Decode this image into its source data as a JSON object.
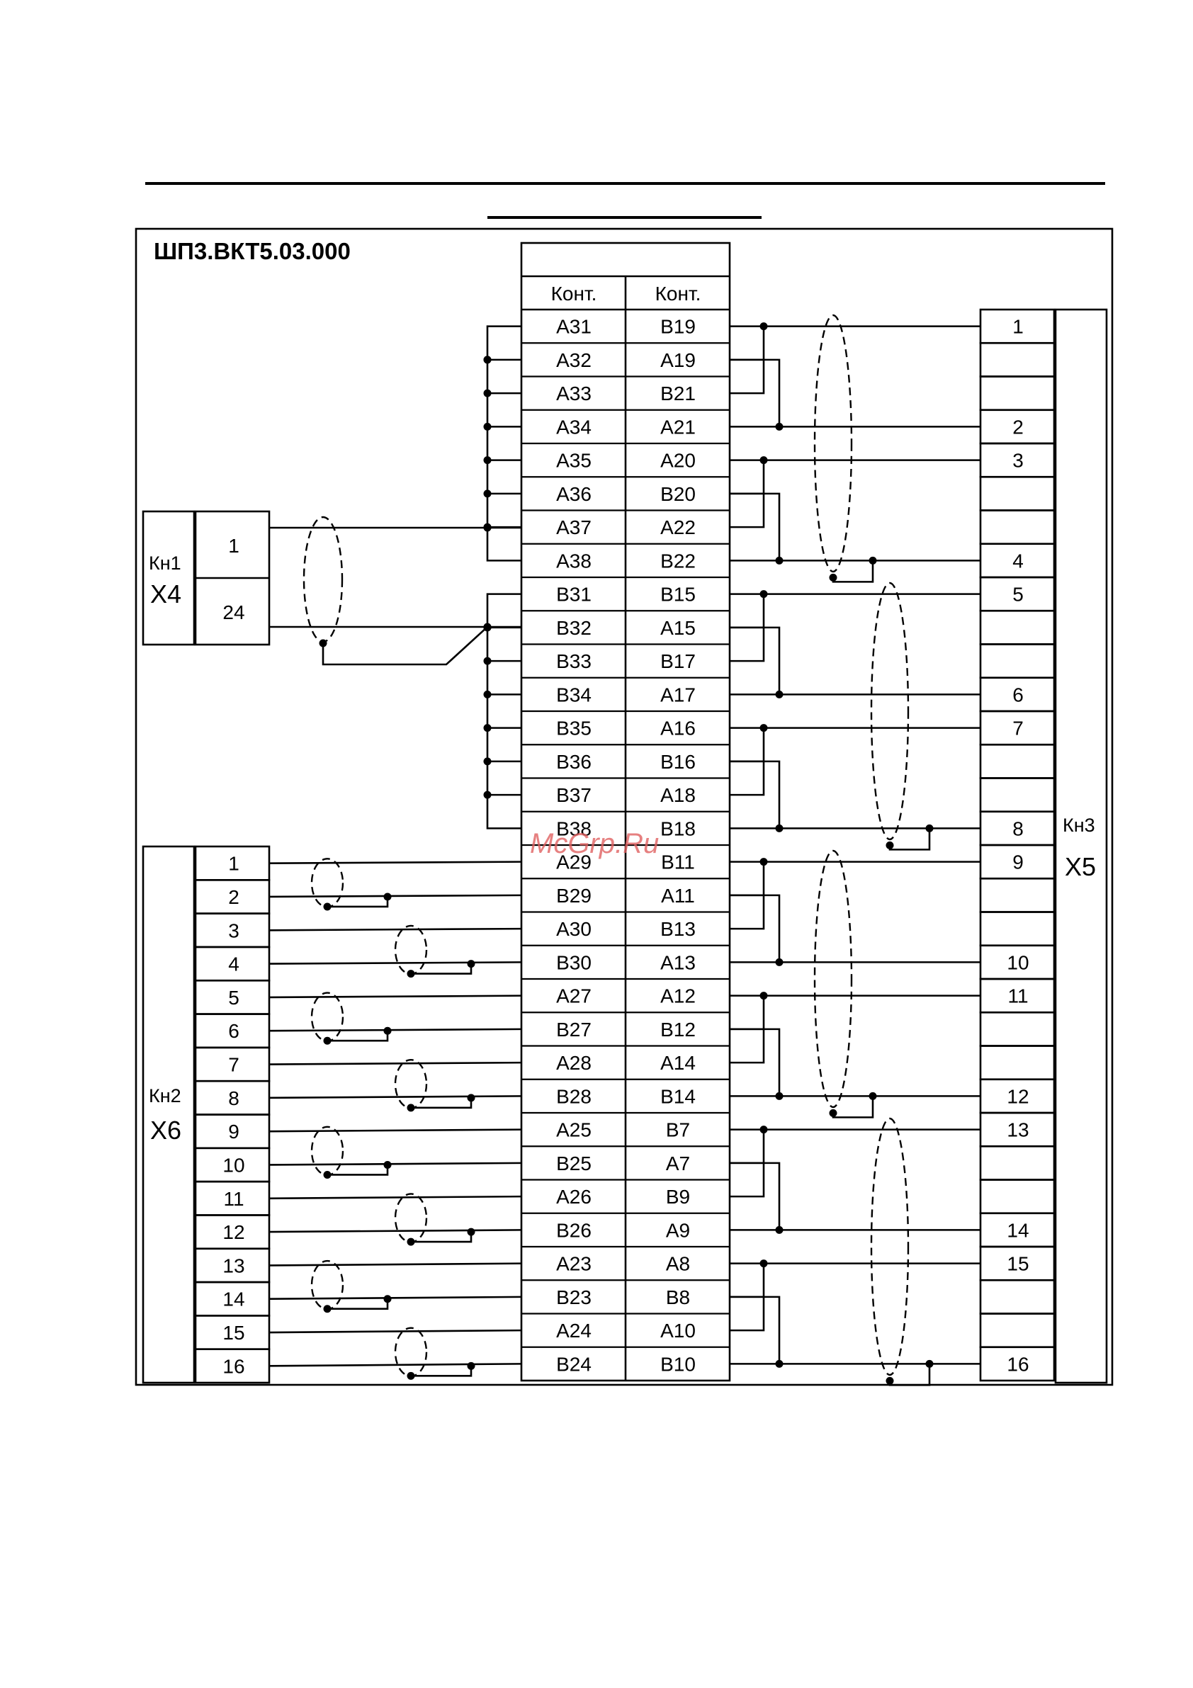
{
  "drawing": {
    "designation": "ШП3.ВКТ5.03.000"
  },
  "watermark": "McGrp.Ru",
  "central_table": {
    "header": [
      "Конт.",
      "Конт."
    ],
    "rows": [
      [
        "A31",
        "B19"
      ],
      [
        "A32",
        "A19"
      ],
      [
        "A33",
        "B21"
      ],
      [
        "A34",
        "A21"
      ],
      [
        "A35",
        "A20"
      ],
      [
        "A36",
        "B20"
      ],
      [
        "A37",
        "A22"
      ],
      [
        "A38",
        "B22"
      ],
      [
        "B31",
        "B15"
      ],
      [
        "B32",
        "A15"
      ],
      [
        "B33",
        "B17"
      ],
      [
        "B34",
        "A17"
      ],
      [
        "B35",
        "A16"
      ],
      [
        "B36",
        "B16"
      ],
      [
        "B37",
        "A18"
      ],
      [
        "B38",
        "B18"
      ],
      [
        "A29",
        "B11"
      ],
      [
        "B29",
        "A11"
      ],
      [
        "A30",
        "B13"
      ],
      [
        "B30",
        "A13"
      ],
      [
        "A27",
        "A12"
      ],
      [
        "B27",
        "B12"
      ],
      [
        "A28",
        "A14"
      ],
      [
        "B28",
        "B14"
      ],
      [
        "A25",
        "B7"
      ],
      [
        "B25",
        "A7"
      ],
      [
        "A26",
        "B9"
      ],
      [
        "B26",
        "A9"
      ],
      [
        "A23",
        "A8"
      ],
      [
        "B23",
        "B8"
      ],
      [
        "A24",
        "A10"
      ],
      [
        "B24",
        "B10"
      ]
    ]
  },
  "connectors": {
    "x4": {
      "kn": "Кн1",
      "name": "X4",
      "pins": [
        "1",
        "24"
      ]
    },
    "x6": {
      "kn": "Кн2",
      "name": "X6",
      "pins": [
        "1",
        "2",
        "3",
        "4",
        "5",
        "6",
        "7",
        "8",
        "9",
        "10",
        "11",
        "12",
        "13",
        "14",
        "15",
        "16"
      ]
    },
    "x5": {
      "kn": "Кн3",
      "name": "X5",
      "pins": [
        "1",
        "",
        "",
        "2",
        "3",
        "",
        "",
        "4",
        "5",
        "",
        "",
        "6",
        "7",
        "",
        "",
        "8",
        "9",
        "",
        "",
        "10",
        "11",
        "",
        "",
        "12",
        "13",
        "",
        "",
        "14",
        "15",
        "",
        "",
        "16"
      ]
    }
  }
}
